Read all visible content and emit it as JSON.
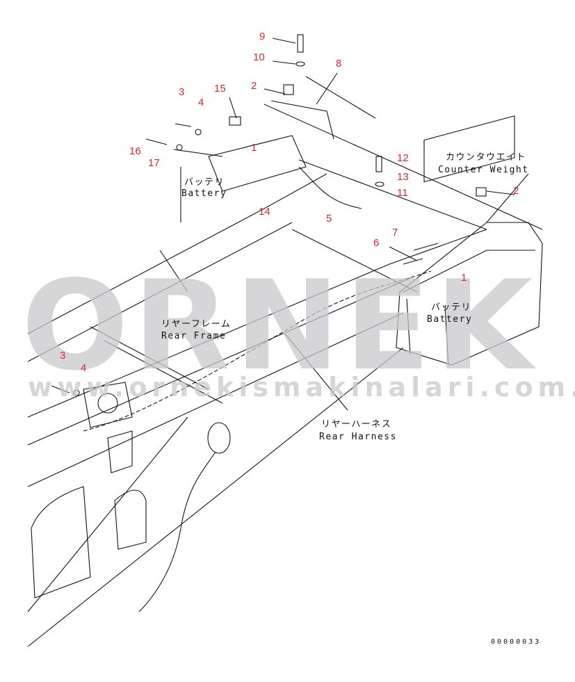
{
  "diagram": {
    "callouts": [
      {
        "id": "c9",
        "text": "9"
      },
      {
        "id": "c10",
        "text": "10"
      },
      {
        "id": "c8",
        "text": "8"
      },
      {
        "id": "c2a",
        "text": "2"
      },
      {
        "id": "c15",
        "text": "15"
      },
      {
        "id": "c3a",
        "text": "3"
      },
      {
        "id": "c4a",
        "text": "4"
      },
      {
        "id": "c16",
        "text": "16"
      },
      {
        "id": "c17",
        "text": "17"
      },
      {
        "id": "c1a",
        "text": "1"
      },
      {
        "id": "c12",
        "text": "12"
      },
      {
        "id": "c13",
        "text": "13"
      },
      {
        "id": "c11",
        "text": "11"
      },
      {
        "id": "c2b",
        "text": "2"
      },
      {
        "id": "c14",
        "text": "14"
      },
      {
        "id": "c5",
        "text": "5"
      },
      {
        "id": "c7",
        "text": "7"
      },
      {
        "id": "c6",
        "text": "6"
      },
      {
        "id": "c1b",
        "text": "1"
      },
      {
        "id": "c3b",
        "text": "3"
      },
      {
        "id": "c4b",
        "text": "4"
      }
    ],
    "labels": {
      "battery_left_jp": "バッテリ",
      "battery_left_en": "Battery",
      "counterweight_jp": "カウンタウエイト",
      "counterweight_en": "Counter Weight",
      "battery_right_jp": "バッテリ",
      "battery_right_en": "Battery",
      "rear_frame_jp": "リヤーフレーム",
      "rear_frame_en": "Rear Frame",
      "rear_harness_jp": "リヤーハーネス",
      "rear_harness_en": "Rear Harness"
    },
    "drawing_id": "00000033",
    "watermark": {
      "logo": "ORNEK",
      "url": "www.ornekismakinalari.com.tr"
    },
    "colors": {
      "callout": "#d42a2a",
      "line": "#111111",
      "watermark": "#c9c9cc"
    }
  }
}
